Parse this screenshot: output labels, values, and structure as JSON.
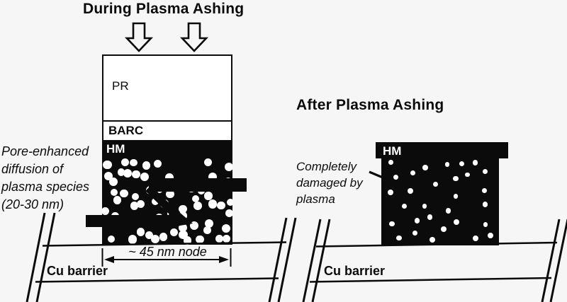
{
  "colors": {
    "background": "#f6f6f6",
    "ink": "#0b0b0b",
    "layer_fill": "#ffffff",
    "pore_fill": "#ffffff"
  },
  "left_panel": {
    "title": "During Plasma Ashing",
    "pr_label": "PR",
    "barc_label": "BARC",
    "hm_label": "HM",
    "annotation_lines": [
      "Pore-enhanced",
      "diffusion of",
      "plasma species",
      "(20-30 nm)"
    ],
    "dimension_label": "~ 45 nm node",
    "cu_barrier_label": "Cu barrier"
  },
  "right_panel": {
    "title": "After Plasma Ashing",
    "hm_label": "HM",
    "annotation_lines": [
      "Completely",
      "damaged by",
      "plasma"
    ],
    "cu_barrier_label": "Cu barrier"
  }
}
